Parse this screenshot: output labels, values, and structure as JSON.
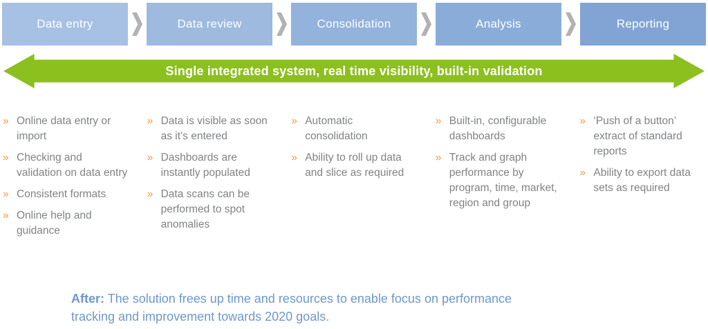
{
  "stages": [
    {
      "label": "Data entry",
      "color": "#a6c1e3",
      "bullets": [
        "Online data entry or import",
        "Checking and validation on data entry",
        "Consistent formats",
        "Online help and guidance"
      ]
    },
    {
      "label": "Data review",
      "color": "#9ebade",
      "bullets": [
        "Data is visible as soon as it’s entered",
        "Dashboards are instantly populated",
        "Data scans can be performed to spot anomalies"
      ]
    },
    {
      "label": "Consolidation",
      "color": "#93b2dc",
      "bullets": [
        "Automatic consolidation",
        "Ability to roll up data and slice as required"
      ]
    },
    {
      "label": "Analysis",
      "color": "#8aacd9",
      "bullets": [
        "Built-in, configurable dashboards",
        "Track and graph performance by program, time, market, region and group"
      ]
    },
    {
      "label": "Reporting",
      "color": "#81a4d5",
      "bullets": [
        "‘Push of a button’ extract of standard reports",
        "Ability to export data sets as required"
      ]
    }
  ],
  "banner": {
    "text": "Single integrated system, real time visibility, built-in validation",
    "color": "#8cc01f"
  },
  "bullet_marker": "»",
  "footer": {
    "prefix": "After:",
    "text": " The solution frees up time and resources to enable focus on performance tracking and improvement towards 2020 goals."
  },
  "colors": {
    "stage_text": "#ffffff",
    "chevron": "#b2b2b4",
    "bullet_text": "#808285",
    "bullet_marker": "#ef9d3e",
    "banner_text": "#ffffff",
    "footer_text": "#6f97c9"
  }
}
